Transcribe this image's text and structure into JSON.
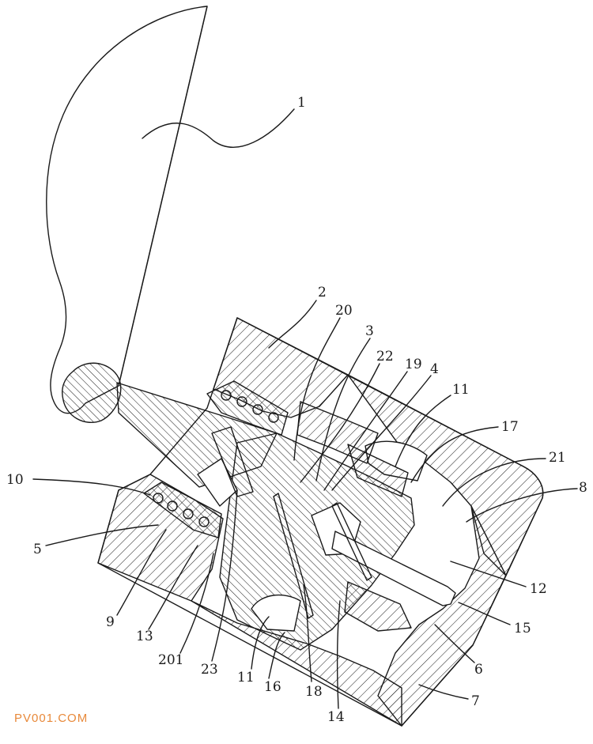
{
  "figure": {
    "labels": [
      {
        "id": "1",
        "text": "1"
      },
      {
        "id": "2",
        "text": "2"
      },
      {
        "id": "20",
        "text": "20"
      },
      {
        "id": "3",
        "text": "3"
      },
      {
        "id": "22",
        "text": "22"
      },
      {
        "id": "19",
        "text": "19"
      },
      {
        "id": "4",
        "text": "4"
      },
      {
        "id": "11a",
        "text": "11"
      },
      {
        "id": "17",
        "text": "17"
      },
      {
        "id": "21",
        "text": "21"
      },
      {
        "id": "8",
        "text": "8"
      },
      {
        "id": "10",
        "text": "10"
      },
      {
        "id": "5",
        "text": "5"
      },
      {
        "id": "12",
        "text": "12"
      },
      {
        "id": "15",
        "text": "15"
      },
      {
        "id": "9",
        "text": "9"
      },
      {
        "id": "13",
        "text": "13"
      },
      {
        "id": "201",
        "text": "201"
      },
      {
        "id": "23",
        "text": "23"
      },
      {
        "id": "11b",
        "text": "11"
      },
      {
        "id": "16",
        "text": "16"
      },
      {
        "id": "18",
        "text": "18"
      },
      {
        "id": "14",
        "text": "14"
      },
      {
        "id": "6",
        "text": "6"
      },
      {
        "id": "7",
        "text": "7"
      }
    ]
  },
  "watermark": {
    "text": "PV001.COM",
    "color": "#e8893a"
  },
  "colors": {
    "line": "#1a1a1a",
    "background": "#ffffff"
  }
}
